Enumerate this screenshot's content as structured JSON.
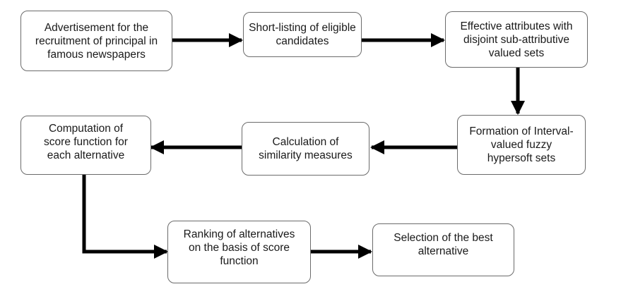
{
  "nodes": {
    "advertisement": "Advertisement for the recruitment of principal in famous newspapers",
    "shortlisting": "Short-listing of eligible candidates",
    "attributes": "Effective attributes with disjoint sub-attributive valued sets",
    "formation": "Formation of Interval-valued fuzzy hypersoft sets",
    "similarity": "Calculation of similarity measures",
    "score": "Computation of score function for each alternative",
    "ranking": "Ranking of alternatives on the basis of score function",
    "selection": "Selection of the best alternative"
  },
  "colors": {
    "border": "#6b6b6b",
    "arrow": "#000000",
    "text": "#1a1a1a"
  }
}
